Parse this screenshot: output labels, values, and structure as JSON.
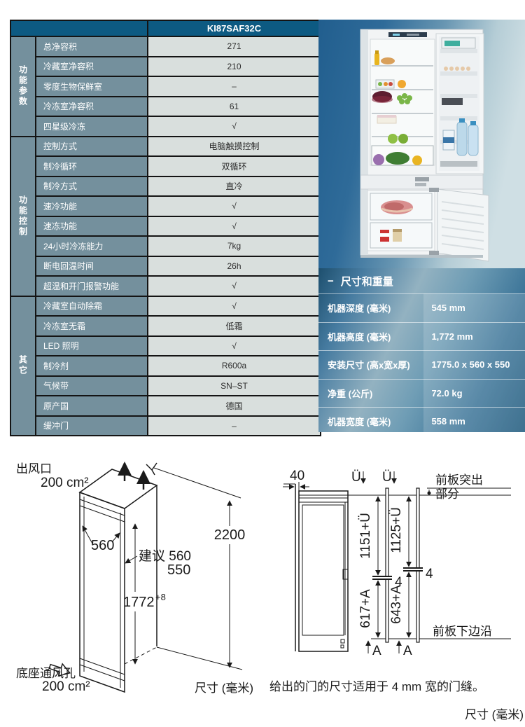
{
  "colors": {
    "header_bg": "#0d5a82",
    "group_bg": "#74909d",
    "value_bg": "#d9dfdd",
    "grid_line": "#141414",
    "panel_dark": "#1a567a",
    "panel_light": "#93b2c1",
    "photo_left": "#215e8e",
    "photo_right": "#cfdfe4"
  },
  "table": {
    "header": "KI87SAF32C",
    "groups": [
      {
        "name": "功能参数",
        "rows": [
          {
            "label": "总净容积",
            "value": "271"
          },
          {
            "label": "冷藏室净容积",
            "value": "210"
          },
          {
            "label": "零度生物保鲜室",
            "value": "–"
          },
          {
            "label": "冷冻室净容积",
            "value": "61"
          },
          {
            "label": "四星级冷冻",
            "value": "√"
          }
        ]
      },
      {
        "name": "功能控制",
        "rows": [
          {
            "label": "控制方式",
            "value": "电脑触摸控制"
          },
          {
            "label": "制冷循环",
            "value": "双循环"
          },
          {
            "label": "制冷方式",
            "value": "直冷"
          },
          {
            "label": "速冷功能",
            "value": "√"
          },
          {
            "label": "速冻功能",
            "value": "√"
          },
          {
            "label": "24小时冷冻能力",
            "value": "7kg"
          },
          {
            "label": "断电回温时间",
            "value": "26h"
          },
          {
            "label": "超温和开门报警功能",
            "value": "√"
          }
        ]
      },
      {
        "name": "其它",
        "rows": [
          {
            "label": "冷藏室自动除霜",
            "value": "√"
          },
          {
            "label": "冷冻室无霜",
            "value": "低霜"
          },
          {
            "label": "LED 照明",
            "value": "√"
          },
          {
            "label": "制冷剂",
            "value": "R600a"
          },
          {
            "label": "气候带",
            "value": "SN–ST"
          },
          {
            "label": "原产国",
            "value": "德国"
          },
          {
            "label": "缓冲门",
            "value": "–"
          }
        ]
      }
    ]
  },
  "dims_panel": {
    "prefix": "−",
    "title": "尺寸和重量",
    "rows": [
      {
        "label": "机器深度 (毫米)",
        "value": "545 mm"
      },
      {
        "label": "机器高度 (毫米)",
        "value": "1,772 mm"
      },
      {
        "label": "安装尺寸 (高x宽x厚)",
        "value": "1775.0 x 560 x 550"
      },
      {
        "label": "净重 (公斤)",
        "value": "72.0 kg"
      },
      {
        "label": "机器宽度 (毫米)",
        "value": "558 mm"
      }
    ]
  },
  "diagram_left": {
    "air_outlet_label": "出风口",
    "air_outlet_area": "200 cm²",
    "inner_width": "560",
    "suggest_line1": "建议 560",
    "suggest_line2": "550",
    "niche_height": "1772",
    "niche_height_sup": "+8",
    "total_height": "2200",
    "base_vent_label": "底座通风孔",
    "base_vent_area": "200 cm²",
    "units": "尺寸 (毫米)"
  },
  "diagram_right": {
    "top_offset": "40",
    "ue": "Ü",
    "front_protrude_line1": "前板突出",
    "front_protrude_line2": "部分",
    "dim_upper_left": "1151+Ü",
    "dim_upper_right": "1125+Ü",
    "gap": "4",
    "dim_lower_left": "617+A",
    "dim_lower_right": "643+A",
    "bottom_edge_label": "前板下边沿",
    "a_label": "A",
    "caption": "给出的门的尺寸适用于 4 mm 宽的门缝。",
    "units": "尺寸 (毫米)"
  }
}
